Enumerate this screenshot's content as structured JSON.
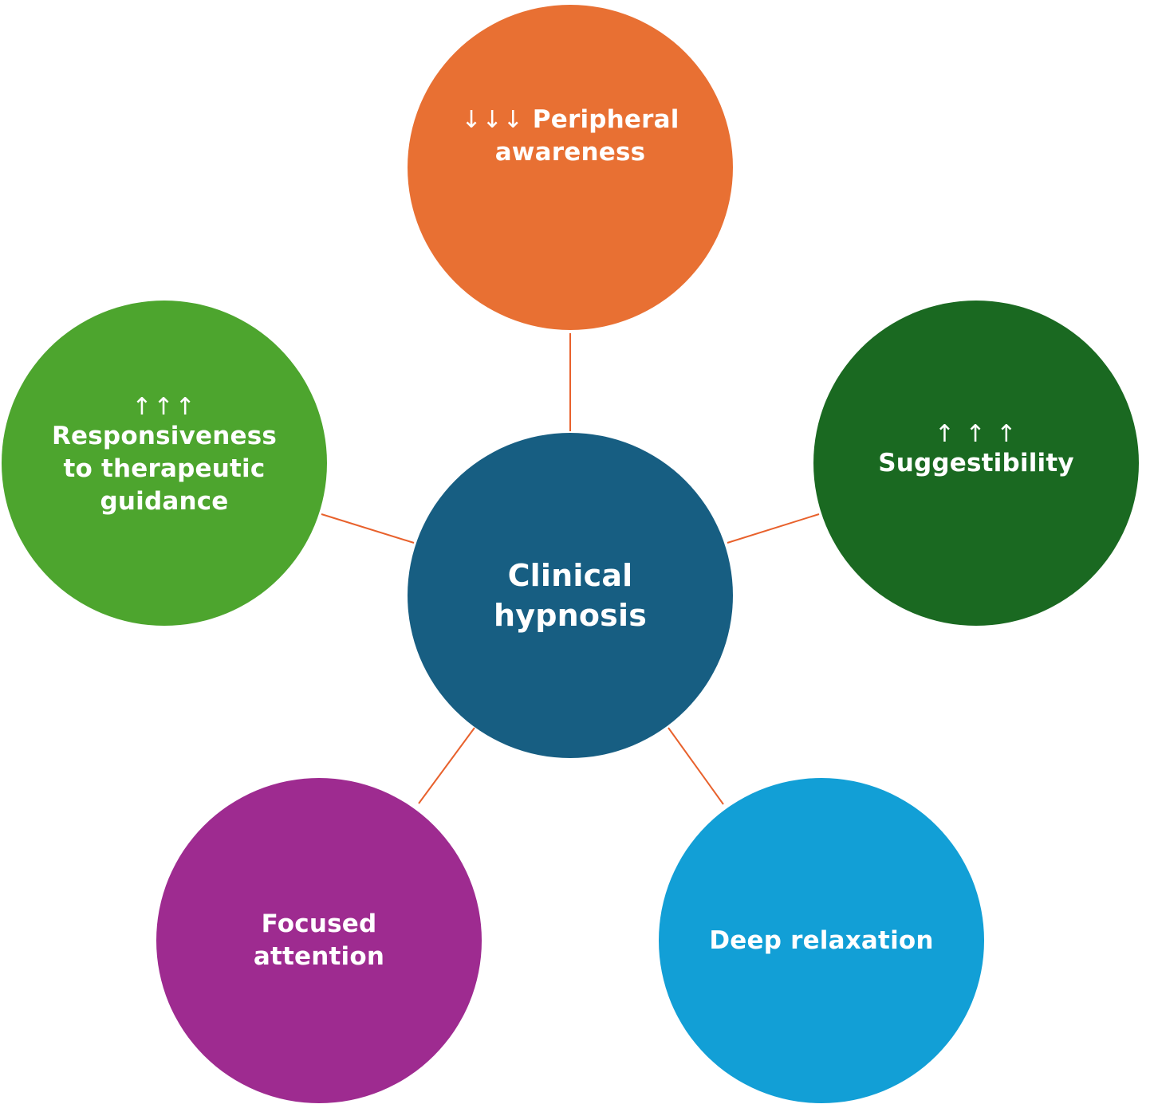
{
  "center": {
    "label": "Clinical\nhypnosis",
    "color": "#175E82"
  },
  "nodes": {
    "top": {
      "arrows": "↓↓↓",
      "label": " Peripheral\nawareness",
      "color": "#E87033"
    },
    "right": {
      "arrows": "↑ ↑ ↑",
      "label": "Suggestibility",
      "color": "#1A6921"
    },
    "left": {
      "arrows": "↑↑↑",
      "label": "Responsiveness\nto therapeutic\nguidance",
      "color": "#4DA52E"
    },
    "bottom_left": {
      "label": "Focused\nattention",
      "color": "#9E2B90"
    },
    "bottom_right": {
      "label": "Deep relaxation",
      "color": "#129FD6"
    }
  },
  "connector_color": "#E8612C"
}
